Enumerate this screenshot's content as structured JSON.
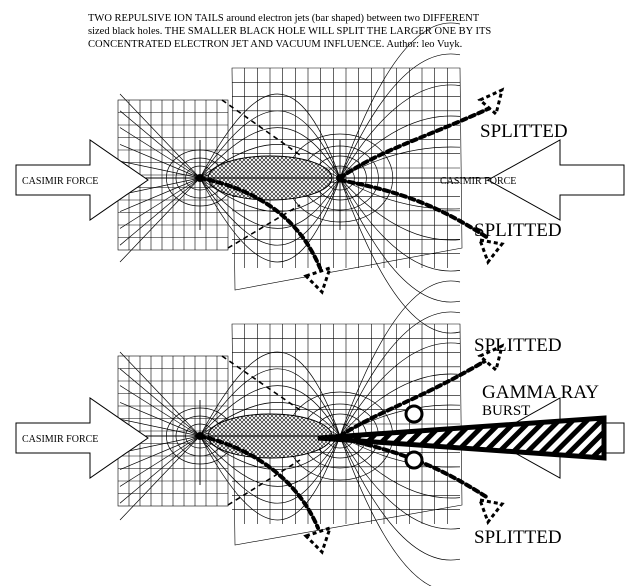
{
  "caption": {
    "line1": "TWO REPULSIVE ION TAILS around electron jets (bar shaped) between two DIFFERENT",
    "line2": "sized black holes. THE SMALLER BLACK HOLE WILL SPLIT THE LARGER ONE BY ITS",
    "line3": "CONCENTRATED ELECTRON JET AND VACUUM INFLUENCE. Author: leo Vuyk."
  },
  "top_panel": {
    "left_arrow_label": "CASIMIR FORCE",
    "right_arrow_label": "CASIMIR FORCE",
    "split_label_upper": "SPLITTED",
    "split_label_lower": "SPLITTED"
  },
  "bottom_panel": {
    "left_arrow_label": "CASIMIR FORCE",
    "split_label_upper": "SPLITTED",
    "gamma_label_line1": "GAMMA RAY",
    "gamma_label_line2": "BURST",
    "split_label_lower": "SPLITTED"
  }
}
